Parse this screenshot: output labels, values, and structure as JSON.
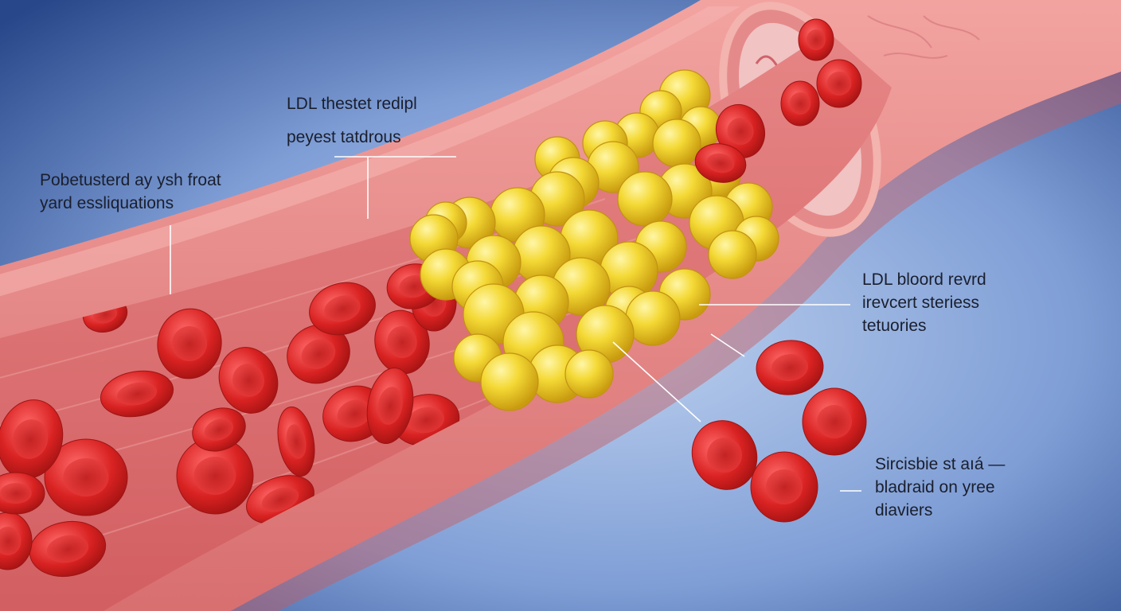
{
  "annotations": {
    "top": [
      "LDL thestet redipl",
      "peyest tatdrous"
    ],
    "left": [
      "Pobetusterd ay ysh froat",
      "yard essliquations"
    ],
    "right": [
      "LDL bloord revrd",
      "irevcert steriess",
      "tetuories"
    ],
    "bottom_right": [
      "Sircisbie st aıá —",
      "bladraid on yree",
      "diaviers"
    ]
  },
  "colors": {
    "background_center": "#b4c8e8",
    "background_edge": "#2a4a8c",
    "vessel_wall": "#e88c8c",
    "vessel_lumen": "#e27b7b",
    "red_blood_cell": "#d92a2a",
    "ldl_plaque": "#f0d23a",
    "callout_line": "#ffffff",
    "label_text": "#1a1f2e"
  }
}
